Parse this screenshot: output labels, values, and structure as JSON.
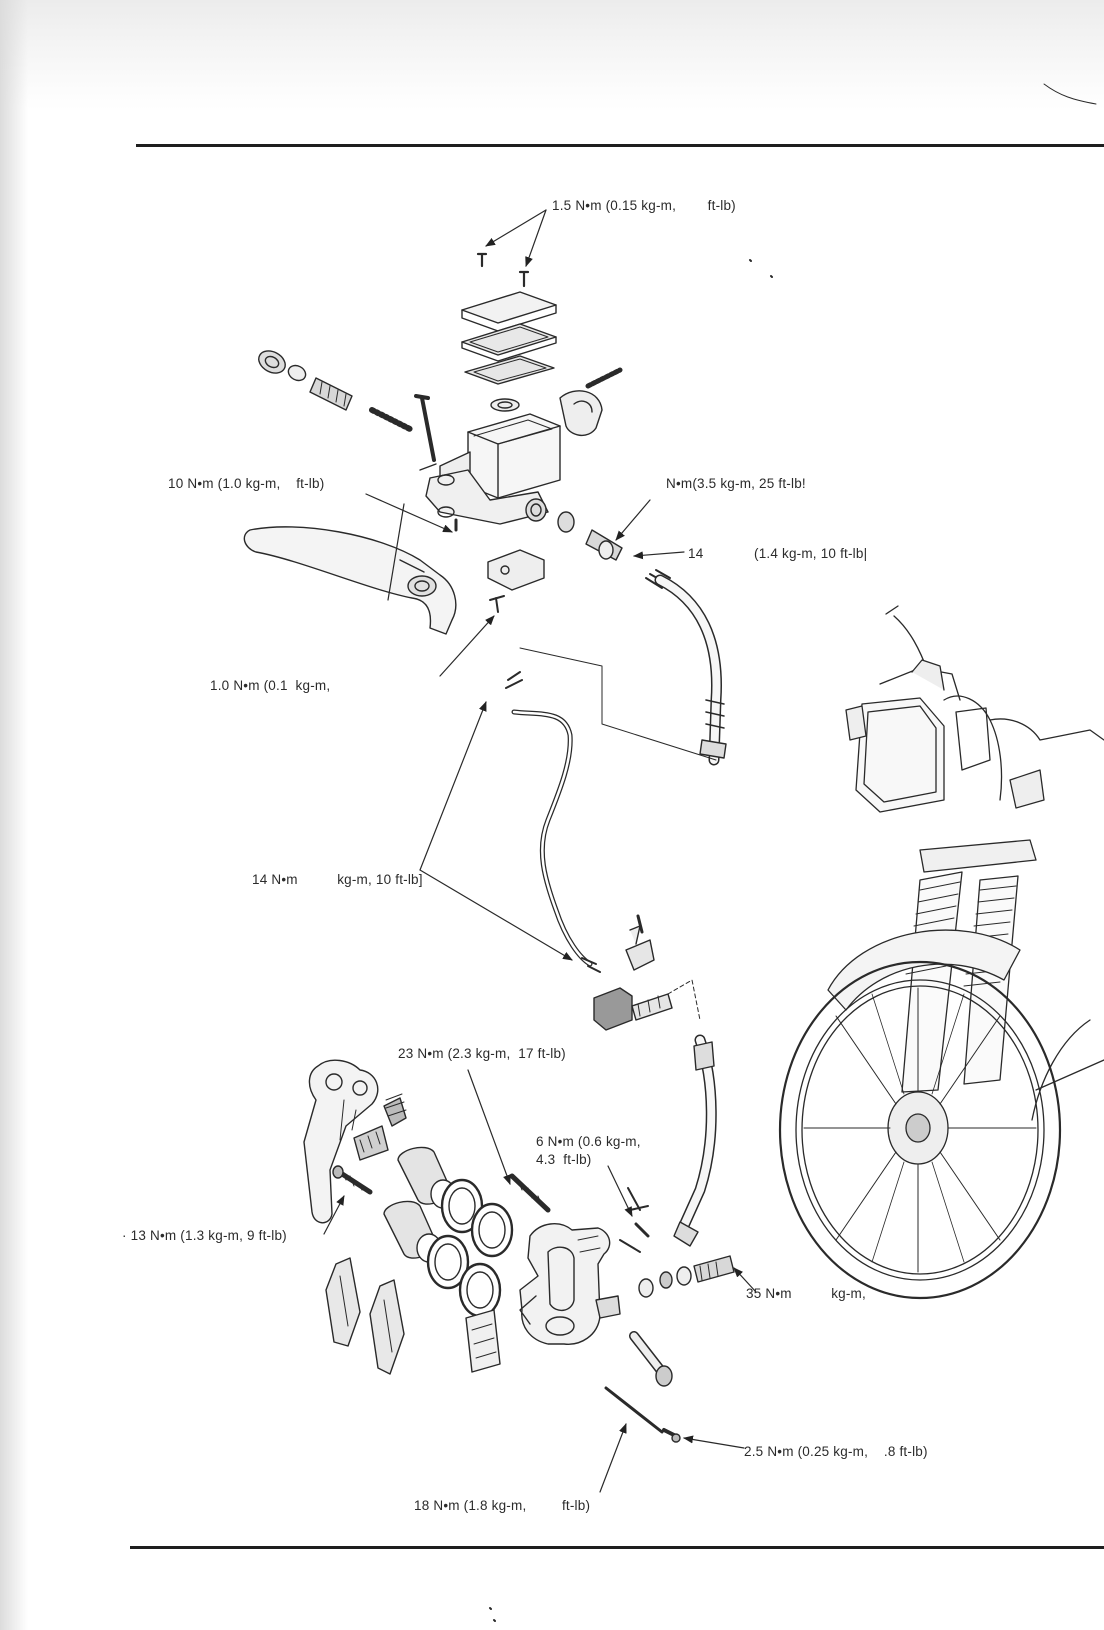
{
  "labels": {
    "cover_screw_torque": "1.5 N•m (0.15 kg-m,        ft-lb)",
    "lever_pivot_torque": "10 N•m (1.0 kg-m,    ft-lb)",
    "hose_bolt_torque": "N•m(3.5 kg-m, 25 ft-lb!",
    "fitting_torque_a": "14",
    "fitting_torque_b": "(1.4 kg-m, 10 ft-lb|",
    "switch_screw_torque": "1.0 N•m (0.1  kg-m,",
    "pipe_nut_torque": "14 N•m          kg-m, 10 ft-lb]",
    "caliper_bolt_torque": "23 N•m (2.3 kg-m,  17 ft-lb)",
    "pad_pin_torque_a": "6 N•m (0.6 kg-m,",
    "pad_pin_torque_b": "4.3  ft-lb)",
    "bracket_bolt_torque": "· 13 N•m (1.3 kg-m, 9 ft-lb)",
    "caliper_hose_torque": "35 N•m          kg-m,",
    "bleeder_torque": "2.5 N•m (0.25 kg-m,    .8 ft-lb)",
    "pad_pin_bolt_torque": "18 N•m (1.8 kg-m,         ft-lb)"
  }
}
